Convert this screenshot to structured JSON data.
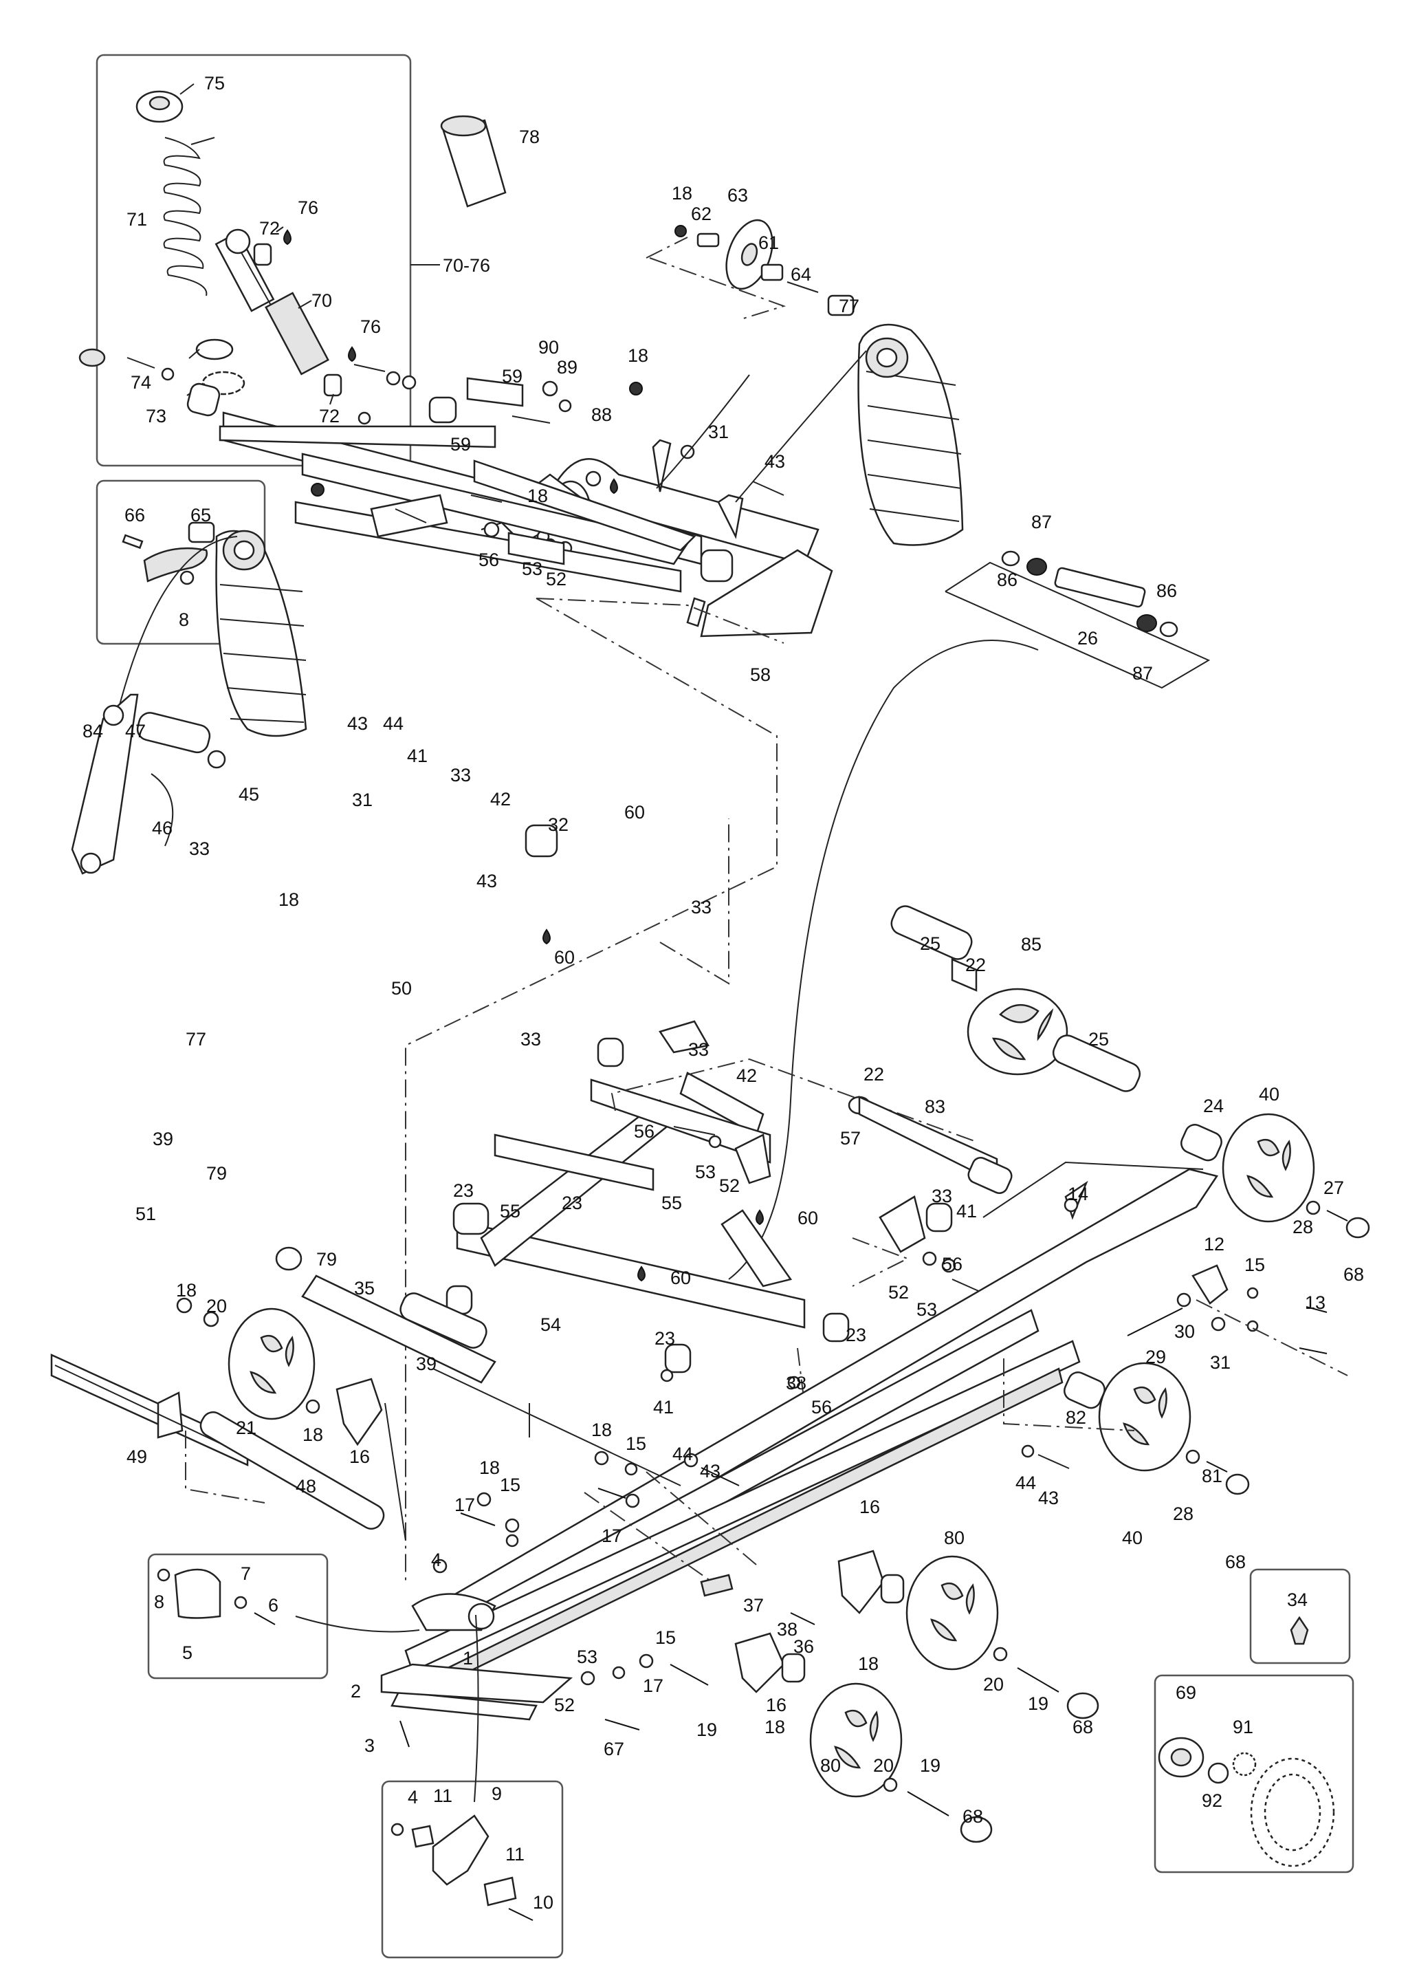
{
  "labels": {
    "l75": "75",
    "l78": "78",
    "l71": "71",
    "l76a": "76",
    "l72a": "72",
    "l70": "70",
    "l76b": "76",
    "l74": "74",
    "l73": "73",
    "l72b": "72",
    "l70_76": "70-76",
    "l66": "66",
    "l65": "65",
    "l8a": "8",
    "l18a": "18",
    "l62": "62",
    "l63": "63",
    "l61": "61",
    "l64": "64",
    "l77a": "77",
    "l90": "90",
    "l18b": "18",
    "l59a": "59",
    "l89": "89",
    "l88": "88",
    "l31a": "31",
    "l59b": "59",
    "l43a": "43",
    "l18c": "18",
    "l56a": "56",
    "l53a": "53",
    "l52a": "52",
    "l58": "58",
    "l87a": "87",
    "l86a": "86",
    "l86b": "86",
    "l26": "26",
    "l87b": "87",
    "l84": "84",
    "l47": "47",
    "l46": "46",
    "l33a": "33",
    "l45": "45",
    "l43b": "43",
    "l44a": "44",
    "l41a": "41",
    "l33b": "33",
    "l31b": "31",
    "l42a": "42",
    "l32": "32",
    "l60a": "60",
    "l43c": "43",
    "l18d": "18",
    "l33c": "33",
    "l60b": "60",
    "l50": "50",
    "l33d": "33",
    "l77b": "77",
    "l25a": "25",
    "l22a": "22",
    "l85": "85",
    "l25b": "25",
    "l39a": "39",
    "l79a": "79",
    "l51": "51",
    "l33e": "33",
    "l42b": "42",
    "l22b": "22",
    "l83": "83",
    "l56b": "56",
    "l57": "57",
    "l53b": "53",
    "l52b": "52",
    "l24": "24",
    "l40a": "40",
    "l14": "14",
    "l27": "27",
    "l28a": "28",
    "l6x": "68",
    "l23a": "23",
    "l23b": "23",
    "l55a": "55",
    "l55b": "55",
    "l60c": "60",
    "l33f": "33",
    "l41b": "41",
    "l56c": "56",
    "l12": "12",
    "l15a": "15",
    "l13": "13",
    "l79b": "79",
    "l35": "35",
    "l18e": "18",
    "l20a": "20",
    "l60d": "60",
    "l54": "54",
    "l52c": "52",
    "l53c": "53",
    "l29": "29",
    "l30": "30",
    "l31c": "31",
    "l23c": "23",
    "l23d": "23",
    "l39b": "39",
    "l38a": "38",
    "l56d": "56",
    "l82": "82",
    "l21": "21",
    "l18f": "18",
    "l16a": "16",
    "l49": "49",
    "l41c": "41",
    "l18g": "18",
    "l15b": "15",
    "l44b": "44",
    "l43d": "43",
    "l48": "48",
    "l18h": "18",
    "l15c": "15",
    "l17a": "17",
    "l43e": "43",
    "l17b": "17",
    "l81": "81",
    "l28b": "28",
    "l40b": "40",
    "l68a": "68",
    "l44c": "44",
    "l4a": "4",
    "l7": "7",
    "l8b": "8",
    "l6": "6",
    "l5": "5",
    "l16b": "16",
    "l80a": "80",
    "l37": "37",
    "l38b": "38",
    "l36": "36",
    "l18i": "18",
    "l2": "2",
    "l1": "1",
    "l3": "3",
    "l53d": "53",
    "l15d": "15",
    "l52d": "52",
    "l17c": "17",
    "l67": "67",
    "l19a": "19",
    "l16c": "16",
    "l18j": "18",
    "l20b": "20",
    "l19b": "19",
    "l68b": "68",
    "l80b": "80",
    "l20c": "20",
    "l19c": "19",
    "l68c": "68",
    "l34": "34",
    "l69": "69",
    "l91": "91",
    "l92": "92",
    "l4b": "4",
    "l11a": "11",
    "l9": "9",
    "l11b": "11",
    "l10": "10"
  },
  "icons": {
    "grease": "grease-drop-icon"
  }
}
